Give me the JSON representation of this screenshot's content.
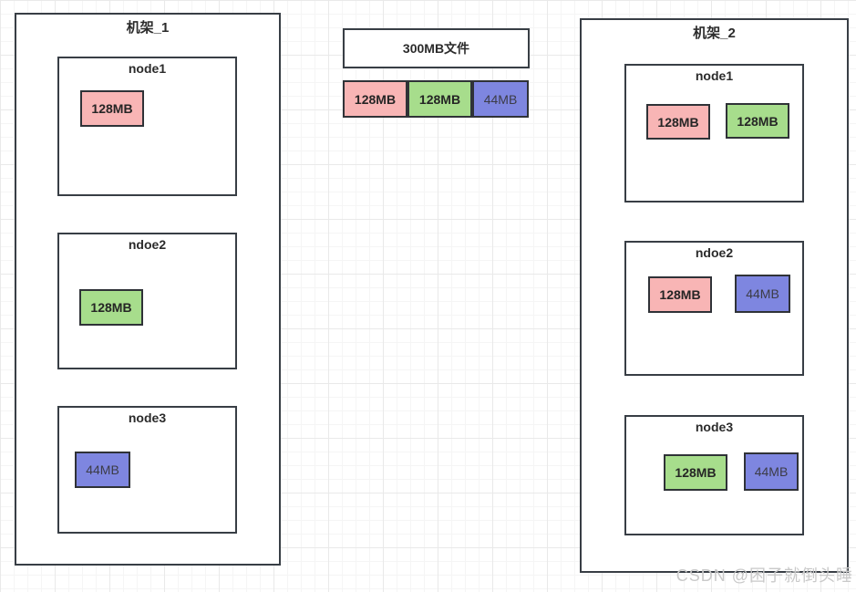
{
  "file": {
    "label": "300MB文件",
    "blocks": [
      {
        "label": "128MB",
        "color": "pink"
      },
      {
        "label": "128MB",
        "color": "green"
      },
      {
        "label": "44MB",
        "color": "blue"
      }
    ]
  },
  "racks": [
    {
      "title": "机架_1",
      "nodes": [
        {
          "name": "node1",
          "blocks": [
            {
              "label": "128MB",
              "color": "pink"
            }
          ]
        },
        {
          "name": "ndoe2",
          "blocks": [
            {
              "label": "128MB",
              "color": "green"
            }
          ]
        },
        {
          "name": "node3",
          "blocks": [
            {
              "label": "44MB",
              "color": "blue"
            }
          ]
        }
      ]
    },
    {
      "title": "机架_2",
      "nodes": [
        {
          "name": "node1",
          "blocks": [
            {
              "label": "128MB",
              "color": "pink"
            },
            {
              "label": "128MB",
              "color": "green"
            }
          ]
        },
        {
          "name": "ndoe2",
          "blocks": [
            {
              "label": "128MB",
              "color": "pink"
            },
            {
              "label": "44MB",
              "color": "blue"
            }
          ]
        },
        {
          "name": "node3",
          "blocks": [
            {
              "label": "128MB",
              "color": "green"
            },
            {
              "label": "44MB",
              "color": "blue"
            }
          ]
        }
      ]
    }
  ],
  "watermark": "CSDN @困子就倒头睡",
  "colors": {
    "pink": "#F8B5B5",
    "green": "#A7DD8C",
    "blue": "#7E86E0",
    "box-border": "#383E45",
    "block-border": "#2F3237",
    "grid-minor": "#F5F5F5",
    "grid-major": "#E9E9E9",
    "text": "#2B2B2B",
    "watermark": "#C9C9C9"
  }
}
